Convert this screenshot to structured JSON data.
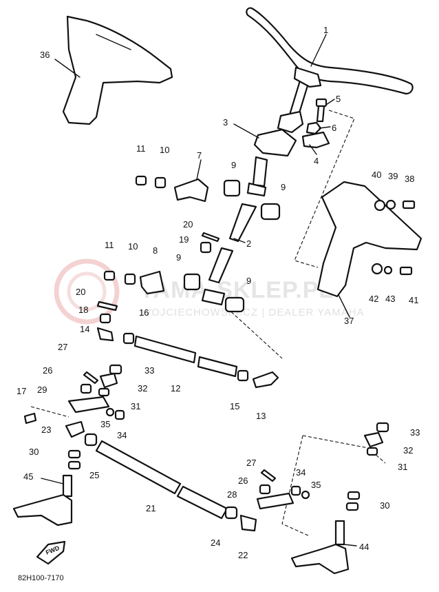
{
  "diagram": {
    "code": "82H100-7170",
    "fwd": "FWD",
    "watermark": {
      "title": "YAMA-SKLEP.PL",
      "subtitle": "WOJCIECHOWSKI.CZ | DEALER YAMAHA"
    },
    "callouts": [
      {
        "id": "c1",
        "text": "1"
      },
      {
        "id": "c2",
        "text": "2"
      },
      {
        "id": "c3",
        "text": "3"
      },
      {
        "id": "c4",
        "text": "4"
      },
      {
        "id": "c5",
        "text": "5"
      },
      {
        "id": "c6",
        "text": "6"
      },
      {
        "id": "c7",
        "text": "7"
      },
      {
        "id": "c8",
        "text": "8"
      },
      {
        "id": "c9a",
        "text": "9"
      },
      {
        "id": "c9b",
        "text": "9"
      },
      {
        "id": "c9c",
        "text": "9"
      },
      {
        "id": "c9d",
        "text": "9"
      },
      {
        "id": "c10a",
        "text": "10"
      },
      {
        "id": "c10b",
        "text": "10"
      },
      {
        "id": "c11a",
        "text": "11"
      },
      {
        "id": "c11b",
        "text": "11"
      },
      {
        "id": "c12",
        "text": "12"
      },
      {
        "id": "c13",
        "text": "13"
      },
      {
        "id": "c14",
        "text": "14"
      },
      {
        "id": "c15",
        "text": "15"
      },
      {
        "id": "c16",
        "text": "16"
      },
      {
        "id": "c17",
        "text": "17"
      },
      {
        "id": "c18",
        "text": "18"
      },
      {
        "id": "c19",
        "text": "19"
      },
      {
        "id": "c20a",
        "text": "20"
      },
      {
        "id": "c20b",
        "text": "20"
      },
      {
        "id": "c21",
        "text": "21"
      },
      {
        "id": "c22",
        "text": "22"
      },
      {
        "id": "c23",
        "text": "23"
      },
      {
        "id": "c24",
        "text": "24"
      },
      {
        "id": "c25",
        "text": "25"
      },
      {
        "id": "c26a",
        "text": "26"
      },
      {
        "id": "c26b",
        "text": "26"
      },
      {
        "id": "c27a",
        "text": "27"
      },
      {
        "id": "c27b",
        "text": "27"
      },
      {
        "id": "c28",
        "text": "28"
      },
      {
        "id": "c29",
        "text": "29"
      },
      {
        "id": "c30a",
        "text": "30"
      },
      {
        "id": "c30b",
        "text": "30"
      },
      {
        "id": "c31a",
        "text": "31"
      },
      {
        "id": "c31b",
        "text": "31"
      },
      {
        "id": "c32a",
        "text": "32"
      },
      {
        "id": "c32b",
        "text": "32"
      },
      {
        "id": "c33a",
        "text": "33"
      },
      {
        "id": "c33b",
        "text": "33"
      },
      {
        "id": "c34a",
        "text": "34"
      },
      {
        "id": "c34b",
        "text": "34"
      },
      {
        "id": "c35a",
        "text": "35"
      },
      {
        "id": "c35b",
        "text": "35"
      },
      {
        "id": "c36",
        "text": "36"
      },
      {
        "id": "c37",
        "text": "37"
      },
      {
        "id": "c38",
        "text": "38"
      },
      {
        "id": "c39",
        "text": "39"
      },
      {
        "id": "c40",
        "text": "40"
      },
      {
        "id": "c41",
        "text": "41"
      },
      {
        "id": "c42",
        "text": "42"
      },
      {
        "id": "c43",
        "text": "43"
      },
      {
        "id": "c44",
        "text": "44"
      },
      {
        "id": "c45",
        "text": "45"
      }
    ]
  }
}
